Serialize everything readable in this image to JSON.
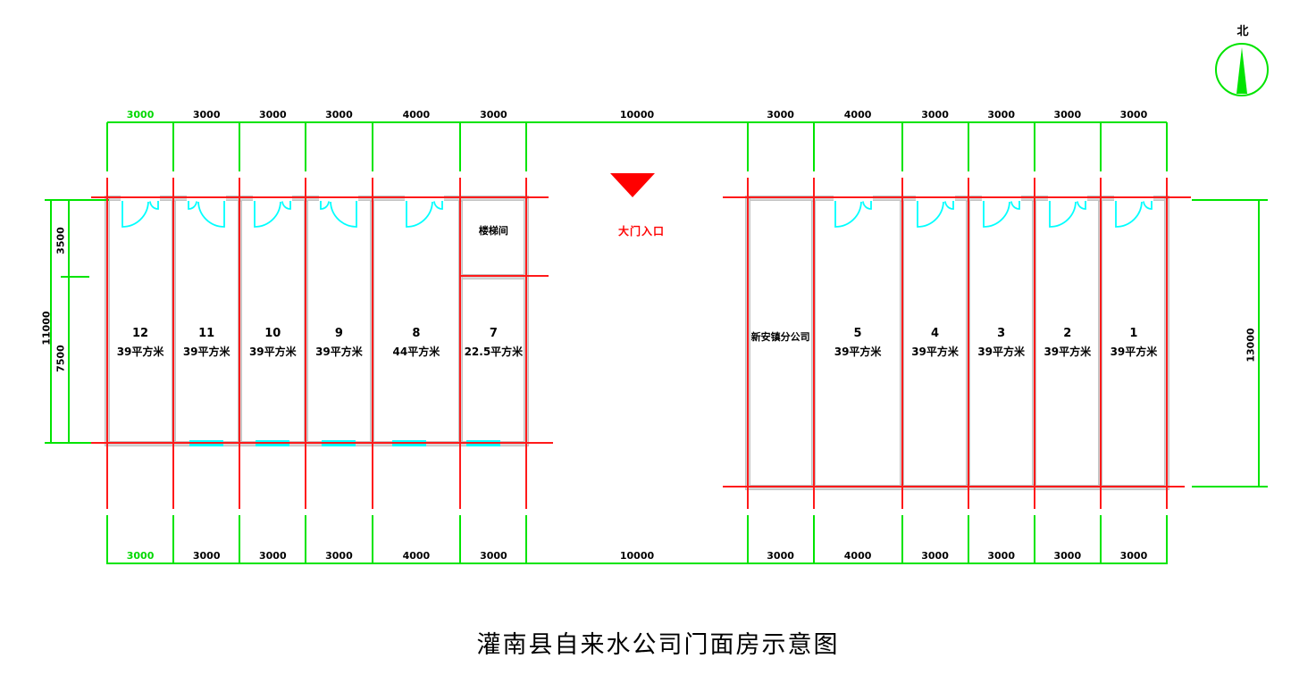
{
  "title": "灌南县自来水公司门面房示意图",
  "compass": {
    "label": "北"
  },
  "entrance": {
    "label": "大门入口"
  },
  "colors": {
    "grid_green": "#00e400",
    "axis_red": "#ff1a1a",
    "door_cyan": "#00ffff",
    "wall_gray": "#d6d6d6",
    "entrance_red": "#ff0000",
    "text_black": "#000000"
  },
  "dimensions": {
    "column_segments": [
      {
        "mm": 3000,
        "label": "3000",
        "green_label": true
      },
      {
        "mm": 3000,
        "label": "3000",
        "green_label": false
      },
      {
        "mm": 3000,
        "label": "3000",
        "green_label": false
      },
      {
        "mm": 3000,
        "label": "3000",
        "green_label": false
      },
      {
        "mm": 4000,
        "label": "4000",
        "green_label": false
      },
      {
        "mm": 3000,
        "label": "3000",
        "green_label": false
      },
      {
        "mm": 10000,
        "label": "10000",
        "green_label": false
      },
      {
        "mm": 3000,
        "label": "3000",
        "green_label": false
      },
      {
        "mm": 4000,
        "label": "4000",
        "green_label": false
      },
      {
        "mm": 3000,
        "label": "3000",
        "green_label": false
      },
      {
        "mm": 3000,
        "label": "3000",
        "green_label": false
      },
      {
        "mm": 3000,
        "label": "3000",
        "green_label": false
      },
      {
        "mm": 3000,
        "label": "3000",
        "green_label": false
      }
    ],
    "left": {
      "total": "11000",
      "upper": "3500",
      "lower": "7500"
    },
    "right": {
      "total": "13000"
    }
  },
  "left_building": {
    "stair_label": "楼梯间",
    "rooms": [
      {
        "number": "12",
        "area": "39平方米",
        "door": "left",
        "window": false
      },
      {
        "number": "11",
        "area": "39平方米",
        "door": "right",
        "window": true
      },
      {
        "number": "10",
        "area": "39平方米",
        "door": "left",
        "window": true
      },
      {
        "number": "9",
        "area": "39平方米",
        "door": "right",
        "window": true
      },
      {
        "number": "8",
        "area": "44平方米",
        "door": "left",
        "window": true
      },
      {
        "number": "7",
        "area": "22.5平方米",
        "door": "none",
        "window": true
      }
    ]
  },
  "right_building": {
    "office_label": "新安镇分公司",
    "rooms": [
      {
        "number": "5",
        "area": "39平方米",
        "door": "left"
      },
      {
        "number": "4",
        "area": "39平方米",
        "door": "left"
      },
      {
        "number": "3",
        "area": "39平方米",
        "door": "left"
      },
      {
        "number": "2",
        "area": "39平方米",
        "door": "left"
      },
      {
        "number": "1",
        "area": "39平方米",
        "door": "left"
      }
    ]
  }
}
